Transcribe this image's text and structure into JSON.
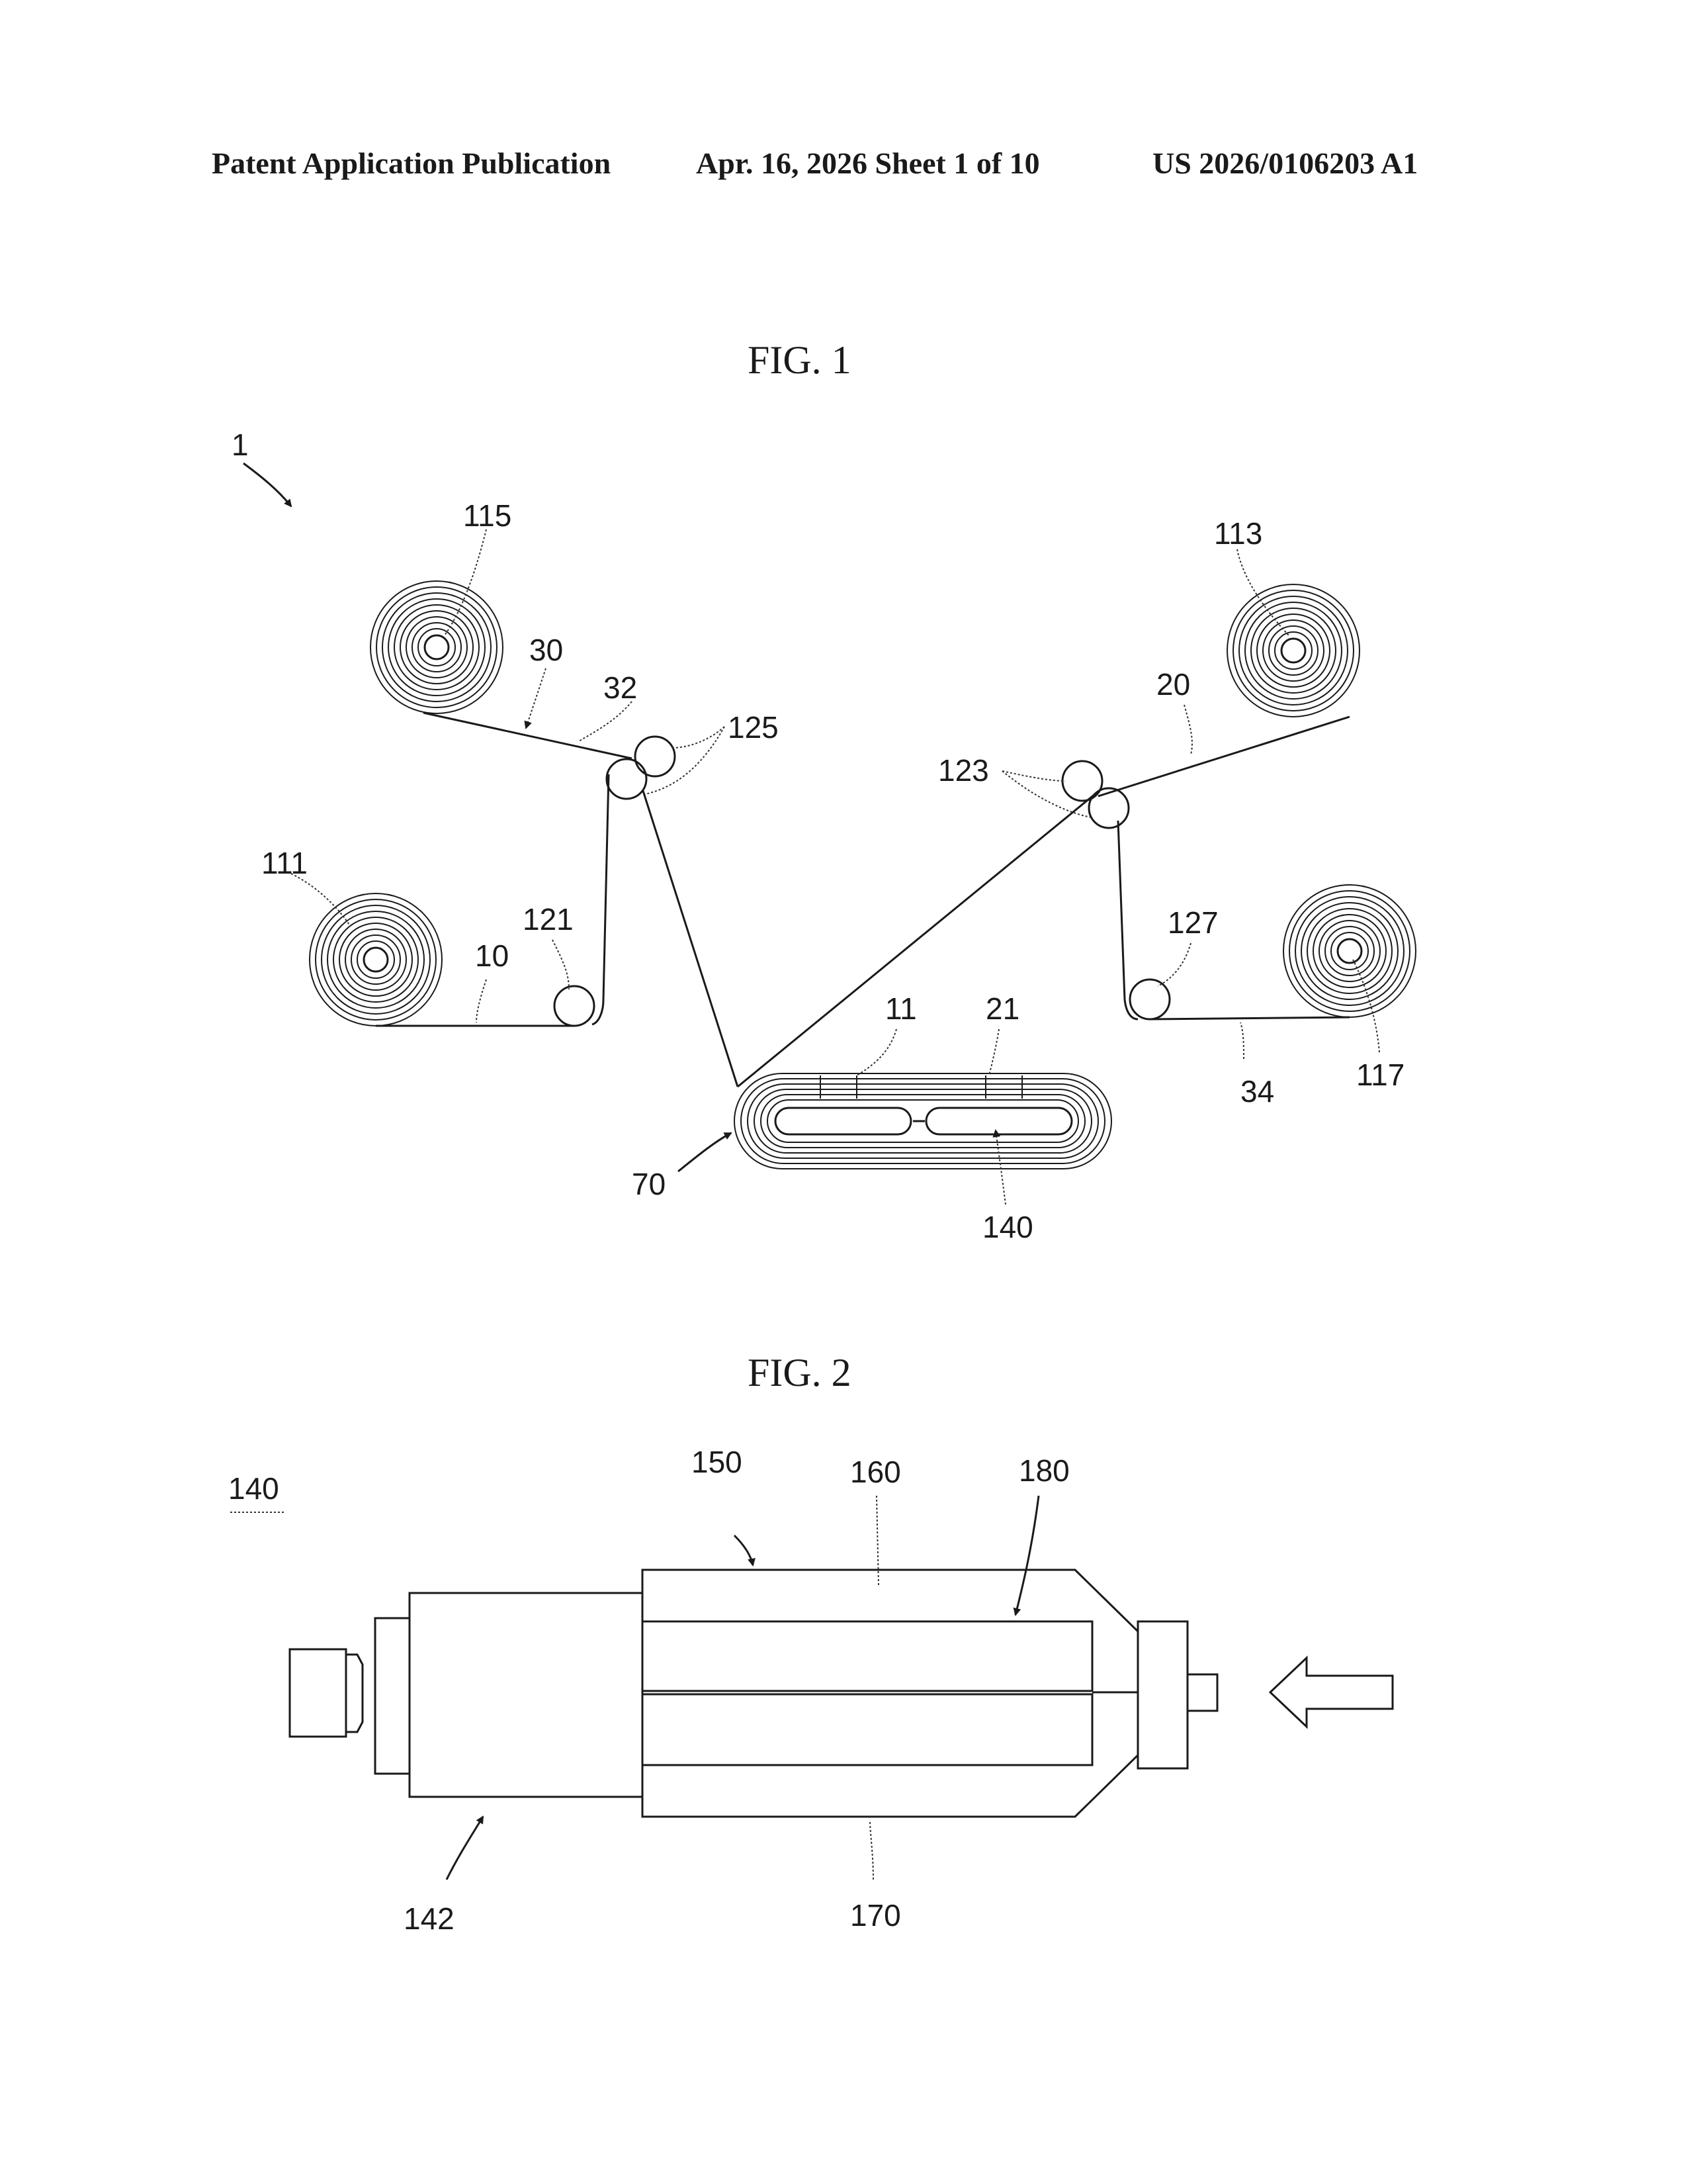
{
  "header": {
    "publication": "Patent Application Publication",
    "date_sheet": "Apr. 16, 2026  Sheet 1 of 10",
    "number": "US 2026/0106203 A1"
  },
  "fig1": {
    "title": "FIG. 1",
    "labels": {
      "system": "1",
      "r115": "115",
      "r113": "113",
      "r111": "111",
      "r117": "117",
      "s30": "30",
      "s32": "32",
      "s20": "20",
      "s10": "10",
      "s34": "34",
      "r125": "125",
      "r123": "123",
      "r121": "121",
      "r127": "127",
      "s11": "11",
      "s21": "21",
      "s70": "70",
      "s140": "140"
    }
  },
  "fig2": {
    "title": "FIG. 2",
    "labels": {
      "part140": "140",
      "p150": "150",
      "p160": "160",
      "p180": "180",
      "p142": "142",
      "p170": "170"
    }
  }
}
